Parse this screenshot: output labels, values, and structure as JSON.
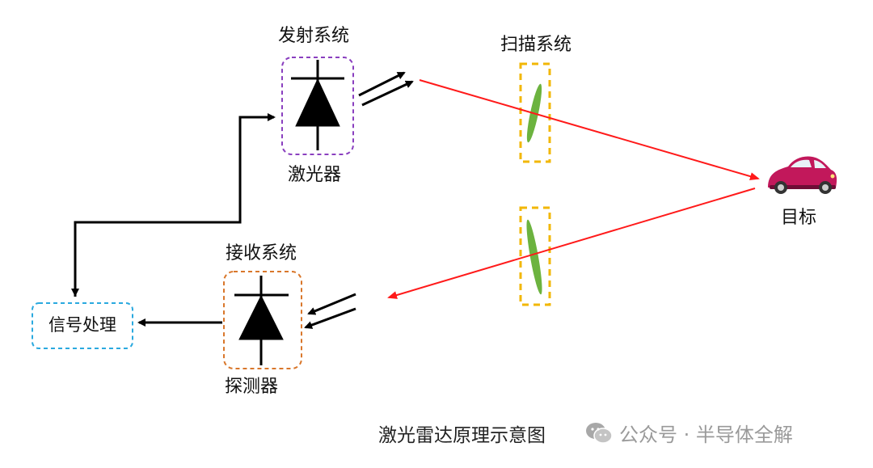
{
  "diagram": {
    "emitter_title": "发射系统",
    "emitter_device": "激光器",
    "scanner_title": "扫描系统",
    "receiver_title": "接收系统",
    "receiver_device": "探测器",
    "signal_box": "信号处理",
    "target_label": "目标"
  },
  "caption": "激光雷达原理示意图",
  "watermark": {
    "icon": "wechat-icon",
    "text": "公众号 · 半导体全解"
  },
  "colors": {
    "emitter_border": "#8a3fbf",
    "receiver_border": "#d9772b",
    "scanner_border": "#f2b705",
    "signal_border": "#2aa9df",
    "laser_beam": "#ff1a1a",
    "lens": "#6cb33f",
    "car_body": "#c2185b"
  }
}
